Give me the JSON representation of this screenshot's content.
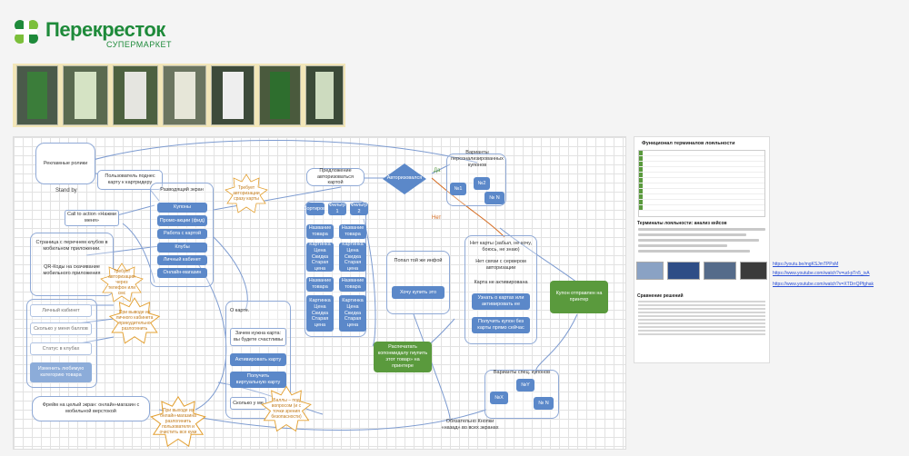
{
  "brand": {
    "name": "Перекресток",
    "subtitle": "СУПЕРМАРКЕТ",
    "color": "#1e8a3a"
  },
  "diagram": {
    "nodes": {
      "ads": "Рекламные ролики",
      "standby": "Stand by",
      "cta_card": "Пользователь поднес карту к картридеру",
      "cta": "Call to action «Нажми меня»",
      "main_screen": "Разводящий экран",
      "coupons": "Купоны",
      "promo": "Промо-акции (фид)",
      "card_work": "Работа с картой",
      "clubs": "Клубы",
      "cabinet": "Личный кабинет",
      "shop": "Онлайн-магазин",
      "clubs_page": "Страница с перечнем клубов в мобильном приложении.",
      "qr_codes": "QR-Коды на скачивание мобильного приложения",
      "personal": "Личный кабинет",
      "points": "Сколько у меня баллов",
      "status": "Статус в клубах",
      "fav_category": "Изменить любимую категорию товара",
      "fullscreen": "Фрейм на целый экран: онлайн-магазин с мобильной верстокой",
      "auth_offer": "Предложение авторизоваться картой",
      "authorized": "Авторизовался",
      "yes": "Да",
      "no": "Нет",
      "personal_coupons": "Варианты персонализированных купонов",
      "n1": "№1",
      "n2": "№2",
      "nn": "№ N",
      "sort": "Сортировк",
      "filter1": "Фильтр 1",
      "filter2": "Фильтр 2",
      "item_name": "Название товара",
      "item_card": "Картинка Цена Скидка Старая цена",
      "found": "Попал той же инфой",
      "want_buy": "Хочу купить это",
      "print": "Распечатать копонмидалу гиупить этот товар» на принтере",
      "no_card": "Нет карты (забыл, не хочу, боюсь, не знаю)",
      "card_no_auth": "Нет связи с сервером авторизации",
      "card_inactive": "Карта не активирована",
      "learn_card": "Узнать о картах или активировать ее",
      "get_coupon": "Получить купон без карты прямо сейчас",
      "sent_printer": "Купон отправлен на принтер",
      "special_coupons": "Варианты спец. купонов",
      "nx": "№X",
      "ny": "№Y",
      "nn2": "№ N",
      "back": "Обязательно Кнопки «назад» во всех экранах",
      "about_card": "О карте.",
      "why_card": "Зачем нужна карта: вы будете счастливы",
      "activate": "Активировать карту",
      "virtual": "Получить виртуальную карту",
      "how_many": "Сколько у ме"
    },
    "stars": {
      "auth_req": "Требует авторизации сразу карты",
      "phone_auth": "Требует авторизации через телефон или смс",
      "cabinet_from": "При выводе из личного кабинета принудительно разлогинить",
      "bonus": "Баллы – под вопросом (и с точки зрения безопасности)",
      "online_exit": "При выходе из онлайн-магазина разлогинить пользователя и очистить все куки"
    }
  },
  "doc": {
    "title": "Функционал терминалов лояльности",
    "heading": "Терминалы лояльности: анализ кейсов",
    "section": "Сравнение решений"
  },
  "links": [
    "https://youtu.be/mgKSJmTPPsM",
    "https://www.youtube.com/watch?v=ud-pTn5_ivA",
    "https://www.youtube.com/watch?v=XTDrrQPfghak"
  ]
}
